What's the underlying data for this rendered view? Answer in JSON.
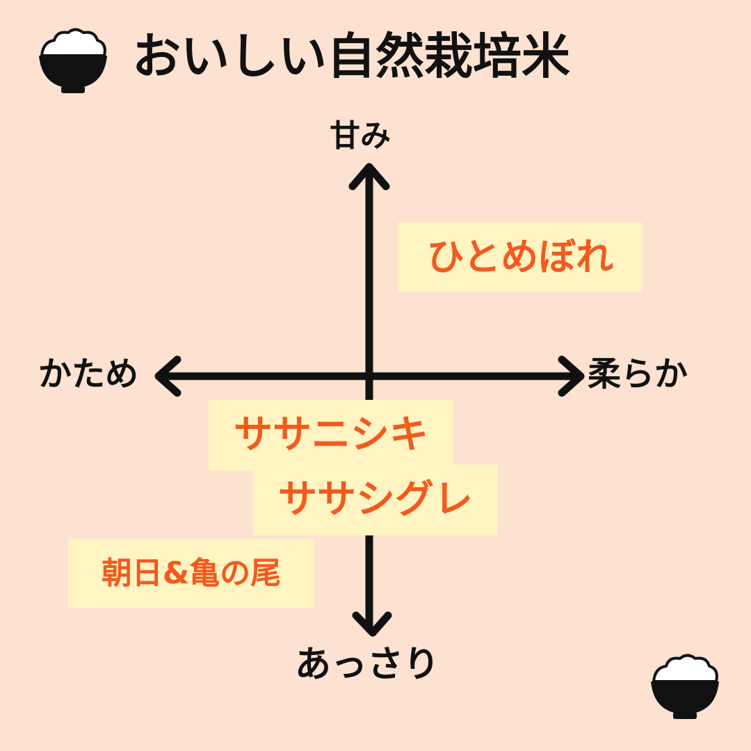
{
  "title": "おいしい自然栽培米",
  "icons": {
    "bowl": "rice-bowl-icon"
  },
  "colors": {
    "background": "#fde2d1",
    "label_fill": "#fff4c2",
    "variety_text": "#f25a1e",
    "axis": "#111111"
  },
  "axes": {
    "top": "甘み",
    "bottom": "あっさり",
    "left": "かため",
    "right": "柔らか"
  },
  "varieties": [
    "ひとめぼれ",
    "ササニシキ",
    "ササシグレ",
    "朝日&亀の尾"
  ]
}
